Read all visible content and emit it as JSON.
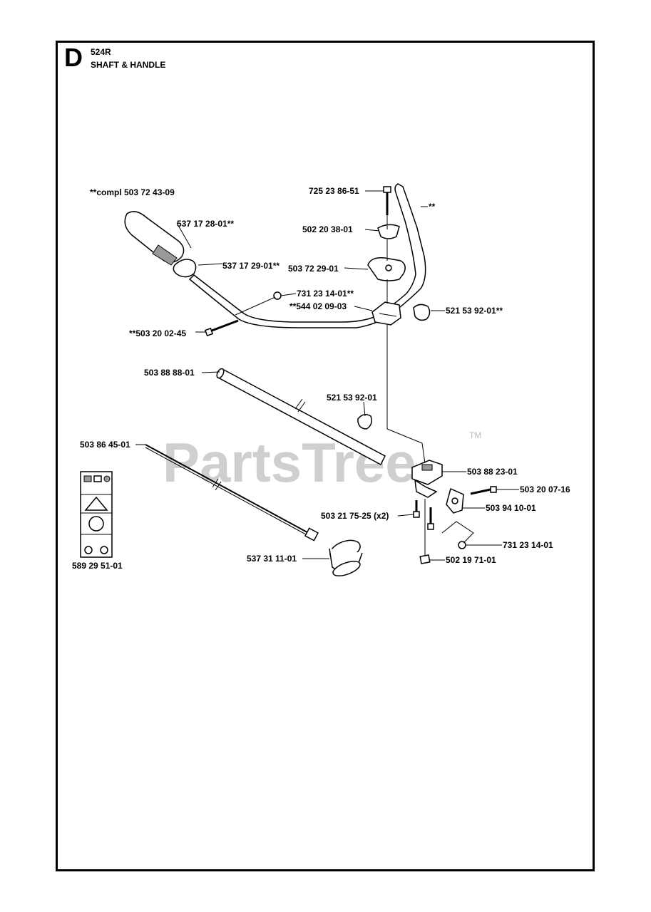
{
  "header": {
    "section_letter": "D",
    "model": "524R",
    "title": "SHAFT & HANDLE"
  },
  "watermark": {
    "text": "PartsTree",
    "tm": "TM"
  },
  "parts": {
    "compl": "**compl 503 72 43-09",
    "grip": "537 17 28-01**",
    "grip_clamp": "537 17 29-01**",
    "nut_left": "731 23 14-01**",
    "screw_left": "**503 20 02-45",
    "bolt_top": "725 23 86-51",
    "wing_nut": "502 20 38-01",
    "clamp_top": "503 72 29-01",
    "clamp_base": "**544 02 09-03",
    "knob_right": "521 53 92-01**",
    "handle_mark": "**",
    "shaft_tube": "503 88 88-01",
    "knob_shaft": "521 53 92-01",
    "drive_shaft": "503 86 45-01",
    "holder": "503 88 23-01",
    "screw_right": "503 20 07-16",
    "bracket": "503 94 10-01",
    "screws_x2": "503 21 75-25 (x2)",
    "nut_bottom": "731 23 14-01",
    "square_nut": "502 19 71-01",
    "guard": "537 31 11-01",
    "decal": "589 29 51-01"
  },
  "colors": {
    "ink": "#000000",
    "watermark": "#cfcfcf"
  }
}
